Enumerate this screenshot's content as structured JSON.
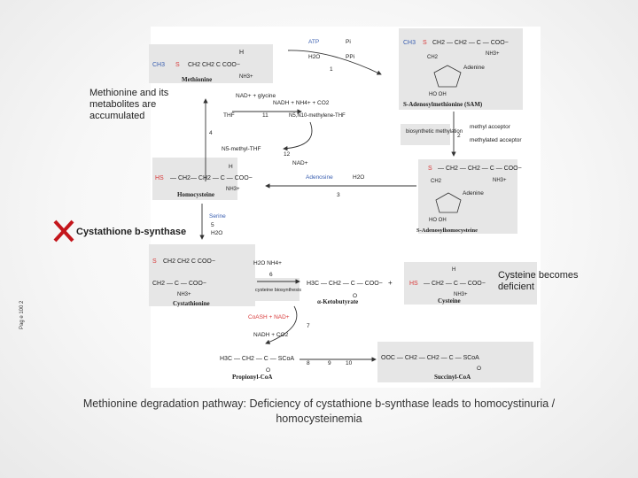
{
  "annotations": {
    "top_left": "Methionine and its metabolites are accumulated",
    "block_enzyme": "Cystathione b-synthase",
    "cysteine_note": "Cysteine becomes deficient"
  },
  "caption": "Methionine degradation pathway: Deficiency of cystathione b-synthase leads to homocystinuria / homocysteinemia",
  "page_number": "Pag e 100 2",
  "metabolites": {
    "methionine": "Methionine",
    "sam": "S-Adenosylmethionine (SAM)",
    "homocysteine": "Homocysteine",
    "sah": "S-Adenosylhomocysteine",
    "cystathionine": "Cystathionine",
    "cysteine": "Cysteine",
    "alpha_ketobutyrate": "α-Ketobutyrate",
    "propionyl_coa": "Propionyl-CoA",
    "succinyl_coa": "Succinyl-CoA",
    "adenine": "Adenine",
    "adenosine": "Adenosine",
    "thf": "THF",
    "n5_methyl_thf": "N5-methyl-THF",
    "methylene_thf": "N5,N10-methylene-THF"
  },
  "labels": {
    "atp": "ATP",
    "h2o": "H2O",
    "pi": "Pi",
    "ppi": "PPi",
    "nadh_nh": "NADH + NH4+ + CO2",
    "nad_glycine": "NAD+ + glycine",
    "nad": "NAD+",
    "serine": "Serine",
    "h2o_nh4": "H2O  NH4+",
    "coash_nad": "CoASH + NAD+",
    "nadh_co2": "NADH + CO2",
    "biosynthetic": "biosynthetic methylation",
    "methyl_acceptor": "methyl acceptor",
    "methylated_acceptor": "methylated acceptor",
    "cysteine_biosynthesis": "cysteine biosynthesis"
  },
  "steps": [
    "1",
    "2",
    "3",
    "4",
    "5",
    "6",
    "7",
    "8",
    "9",
    "10",
    "11",
    "12"
  ],
  "colors": {
    "highlight_bg": "#e6e6e6",
    "red": "#d83a3a",
    "blue": "#3a5fb0",
    "block_x": "#c4161c",
    "text": "#222222"
  }
}
